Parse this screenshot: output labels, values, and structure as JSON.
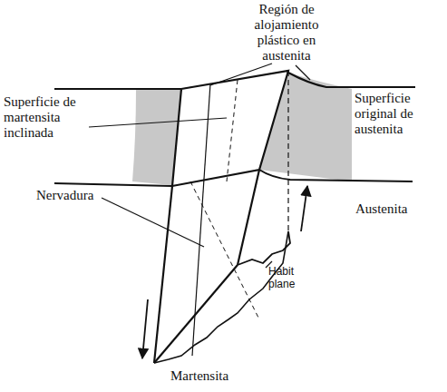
{
  "diagram": {
    "labels": [
      "Región de alojamiento plástico en austenita",
      "Superficie de martensita inclinada",
      "Superficie original de austenita",
      "Nervadura",
      "Austenita",
      "Habit plane",
      "Martensita"
    ]
  }
}
